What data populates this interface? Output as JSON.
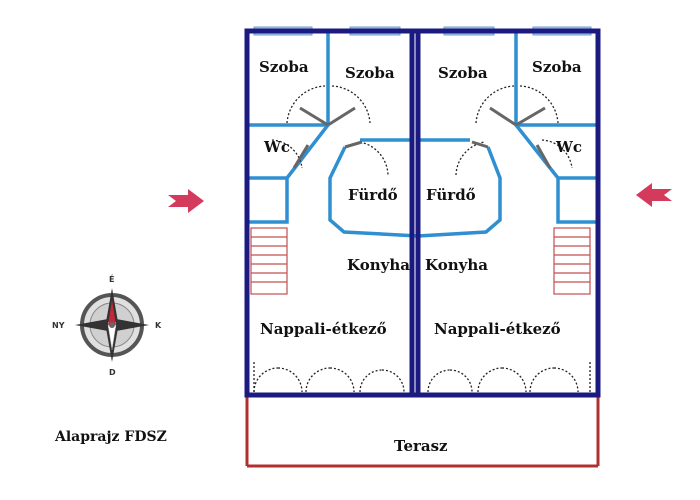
{
  "caption": "Alaprajz FDSZ",
  "rooms": {
    "left_szoba_1": "Szoba",
    "left_szoba_2": "Szoba",
    "left_wc": "Wc",
    "left_furdo": "Fürdő",
    "left_konyha": "Konyha",
    "left_nappali": "Nappali-étkező",
    "right_szoba_1": "Szoba",
    "right_szoba_2": "Szoba",
    "right_wc": "Wc",
    "right_furdo": "Fürdő",
    "right_konyha": "Konyha",
    "right_nappali": "Nappali-étkező",
    "terasz": "Terasz"
  },
  "compass": {
    "north": "É",
    "east": "K",
    "south": "D",
    "west": "NY"
  },
  "colors": {
    "outer_wall": "#1a1a80",
    "inner_wall": "#2f8fd0",
    "terrace": "#b03030",
    "arrow": "#d43a5c",
    "window": "#a7c7e7",
    "stairs": "#c05050"
  }
}
